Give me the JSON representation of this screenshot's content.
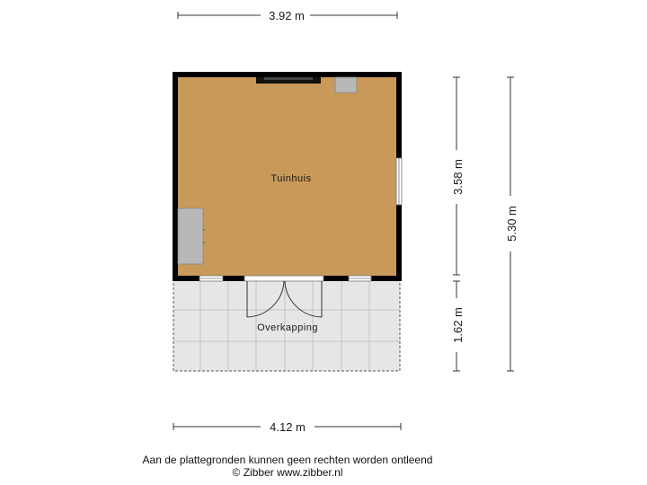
{
  "dimensions": {
    "top_width": "3.92 m",
    "bottom_width": "4.12 m",
    "right_upper_height": "3.58 m",
    "right_lower_height": "1.62 m",
    "right_total_height": "5.30 m"
  },
  "rooms": {
    "garden_house": "Tuinhuis",
    "canopy": "Overkapping"
  },
  "footer": {
    "disclaimer": "Aan de plattegronden kunnen geen rechten worden ontleend",
    "copyright": "© Zibber www.zibber.nl"
  },
  "colors": {
    "floor_wood": "#c9995a",
    "wall": "#000000",
    "tile_area": "#e6e6e6",
    "tile_lines": "#c4c4c4",
    "furniture": "#b8b8b8"
  }
}
